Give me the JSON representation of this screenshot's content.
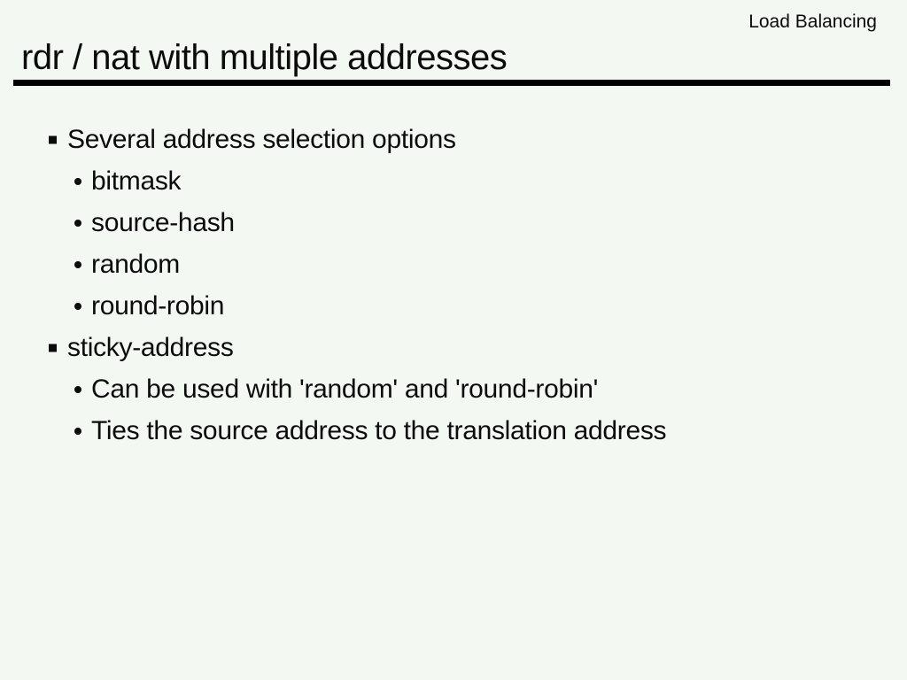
{
  "page": {
    "corner_tag": "Load Balancing",
    "title": "rdr / nat with multiple addresses"
  },
  "bullets": [
    {
      "level": 1,
      "text": "Several address selection options"
    },
    {
      "level": 2,
      "text": "bitmask"
    },
    {
      "level": 2,
      "text": "source-hash"
    },
    {
      "level": 2,
      "text": "random"
    },
    {
      "level": 2,
      "text": "round-robin"
    },
    {
      "level": 1,
      "text": "sticky-address"
    },
    {
      "level": 2,
      "text": "Can be used with 'random' and 'round-robin'"
    },
    {
      "level": 2,
      "text": "Ties the source address to the translation address"
    }
  ],
  "colors": {
    "background": "#f3f8f3",
    "text": "#0b0b0b",
    "rule": "#000000"
  }
}
